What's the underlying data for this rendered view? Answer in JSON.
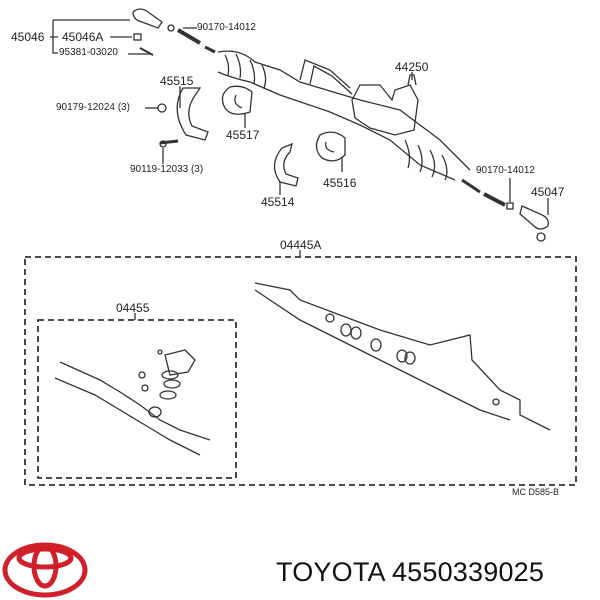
{
  "labels": {
    "p45046": "45046",
    "p45046A": "45046A",
    "p95381": "95381-03020",
    "p90170a": "90170-14012",
    "p45515": "45515",
    "p90179": "90179-12024 (3)",
    "p45517": "45517",
    "p90119": "90119-12033 (3)",
    "p45514": "45514",
    "p45516": "45516",
    "p44250": "44250",
    "p90170b": "90170-14012",
    "p45047": "45047",
    "p04445A": "04445A",
    "p04455": "04455"
  },
  "diagram_code": "MC  D585-B",
  "brand": {
    "name": "TOYOTA",
    "part_number": "4550339025",
    "logo_color": "#d0202a"
  }
}
